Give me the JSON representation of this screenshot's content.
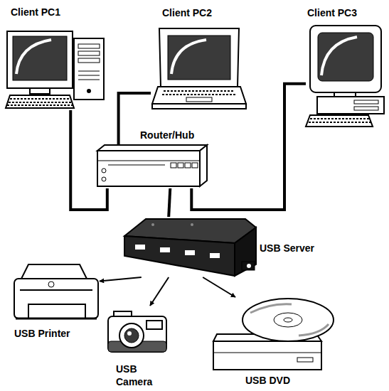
{
  "diagram": {
    "nodes": [
      {
        "text": [
          "Client PC1"
        ]
      },
      {
        "text": [
          "Client PC2"
        ]
      },
      {
        "text": [
          "Client PC3"
        ]
      },
      {
        "text": [
          "Router/Hub"
        ]
      },
      {
        "text": [
          "USB Server"
        ]
      },
      {
        "text": [
          "USB Printer"
        ]
      },
      {
        "text": [
          "USB Camera"
        ]
      },
      {
        "text": [
          "USB DVD"
        ]
      }
    ],
    "edges": [
      {
        "from": 0,
        "to": 3,
        "arrow": "none"
      },
      {
        "from": 1,
        "to": 3,
        "arrow": "none"
      },
      {
        "from": 2,
        "to": 3,
        "arrow": "none"
      },
      {
        "from": 3,
        "to": 4,
        "arrow": "none"
      },
      {
        "from": 4,
        "to": 5,
        "arrow": "to"
      },
      {
        "from": 4,
        "to": 6,
        "arrow": "to"
      },
      {
        "from": 4,
        "to": 7,
        "arrow": "to"
      }
    ]
  }
}
